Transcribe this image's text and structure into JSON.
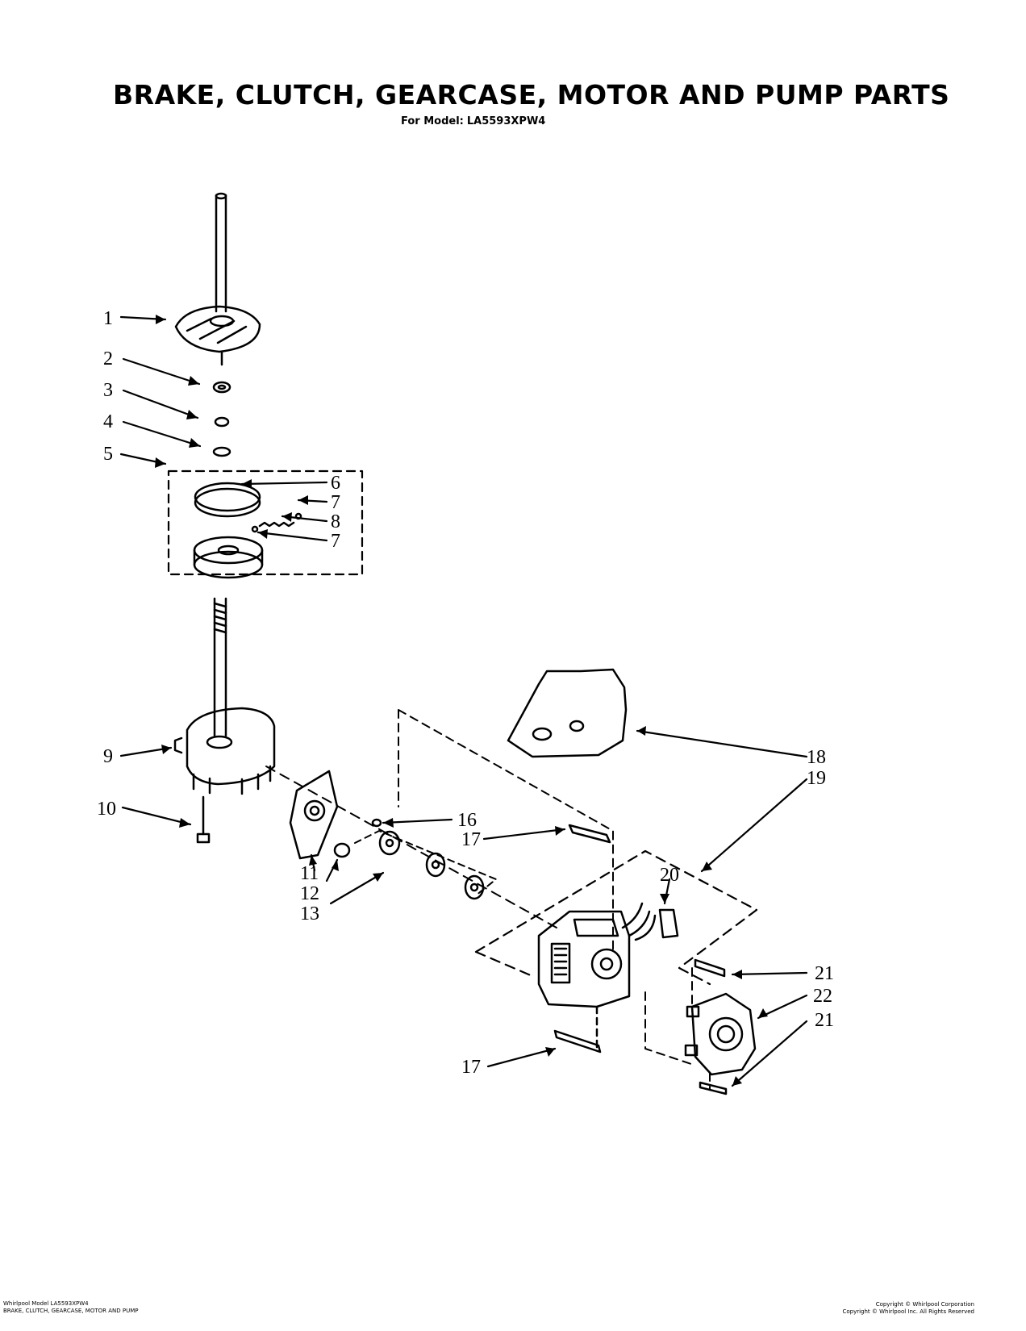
{
  "header": {
    "title": "BRAKE, CLUTCH, GEARCASE, MOTOR AND PUMP PARTS",
    "model_label": "For Model:",
    "model_number": "LA5593XPW4"
  },
  "callouts": {
    "c1": "1",
    "c2": "2",
    "c3": "3",
    "c4": "4",
    "c5": "5",
    "c6": "6",
    "c7a": "7",
    "c8": "8",
    "c7b": "7",
    "c9": "9",
    "c10": "10",
    "c11": "11",
    "c12": "12",
    "c13": "13",
    "c16": "16",
    "c17a": "17",
    "c17b": "17",
    "c18": "18",
    "c19": "19",
    "c20": "20",
    "c21a": "21",
    "c22": "22",
    "c21b": "21"
  },
  "footer": {
    "left_line1": "Whirlpool Model LA5593XPW4",
    "left_line2": "BRAKE, CLUTCH, GEARCASE, MOTOR AND PUMP",
    "right_line1": "Copyright © Whirlpool Corporation",
    "right_line2": "Copyright © Whirlpool Inc. All Rights Reserved"
  }
}
